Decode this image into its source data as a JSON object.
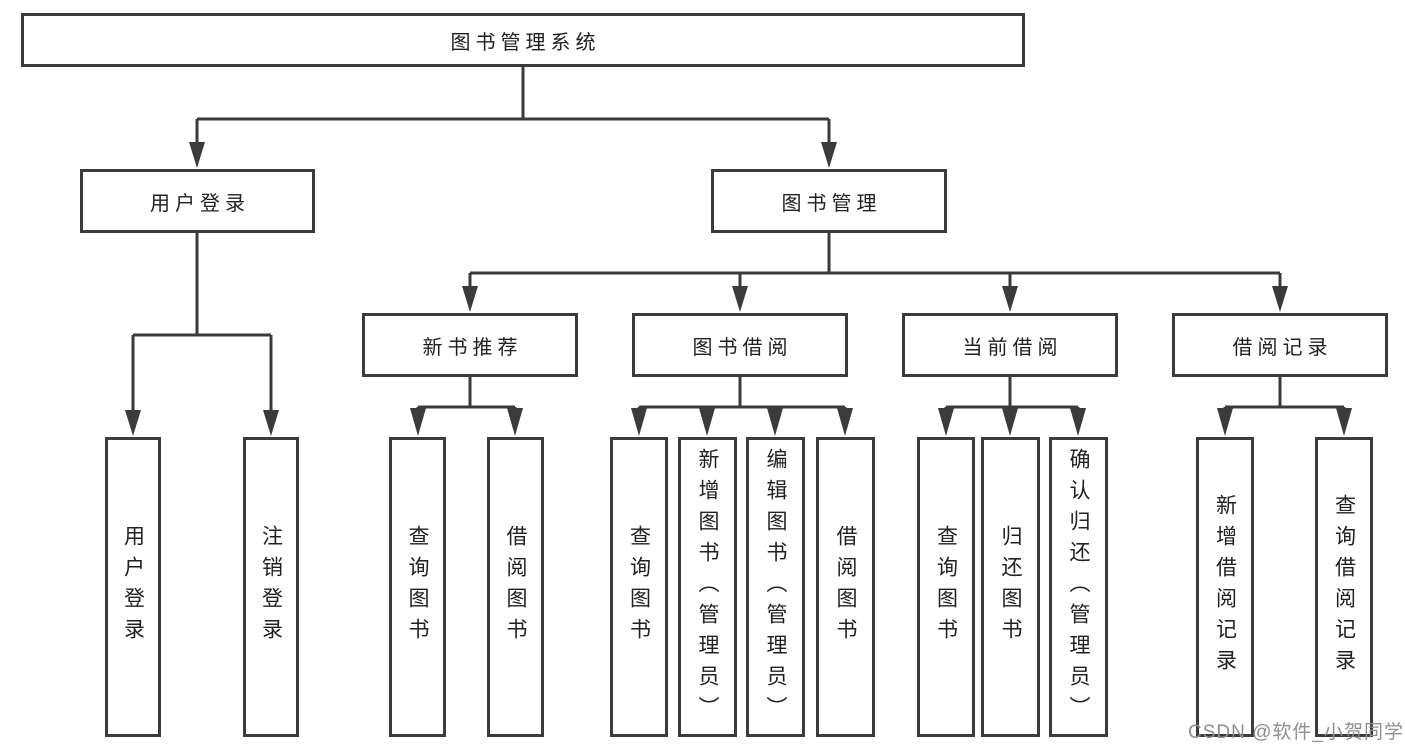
{
  "diagram": {
    "root": {
      "label": "图书管理系统"
    },
    "level2": [
      {
        "label": "用户登录"
      },
      {
        "label": "图书管理"
      }
    ],
    "level3": [
      {
        "label": "新书推荐"
      },
      {
        "label": "图书借阅"
      },
      {
        "label": "当前借阅"
      },
      {
        "label": "借阅记录"
      }
    ],
    "leaves": {
      "user_login": [
        "用户登录",
        "注销登录"
      ],
      "new_book": [
        "查询图书",
        "借阅图书"
      ],
      "book_borrow": [
        "查询图书",
        "新增图书（管理员）",
        "编辑图书（管理员）",
        "借阅图书"
      ],
      "current_borrow": [
        "查询图书",
        "归还图书",
        "确认归还（管理员）"
      ],
      "borrow_record": [
        "新增借阅记录",
        "查询借阅记录"
      ]
    }
  },
  "watermark": {
    "text": "CSDN @软件_小贺同学"
  },
  "colors": {
    "line": "#3b3b3b",
    "text": "#212121",
    "box_fill": "#ffffff",
    "watermark": "#8f8f8f",
    "background": "#ffffff"
  }
}
